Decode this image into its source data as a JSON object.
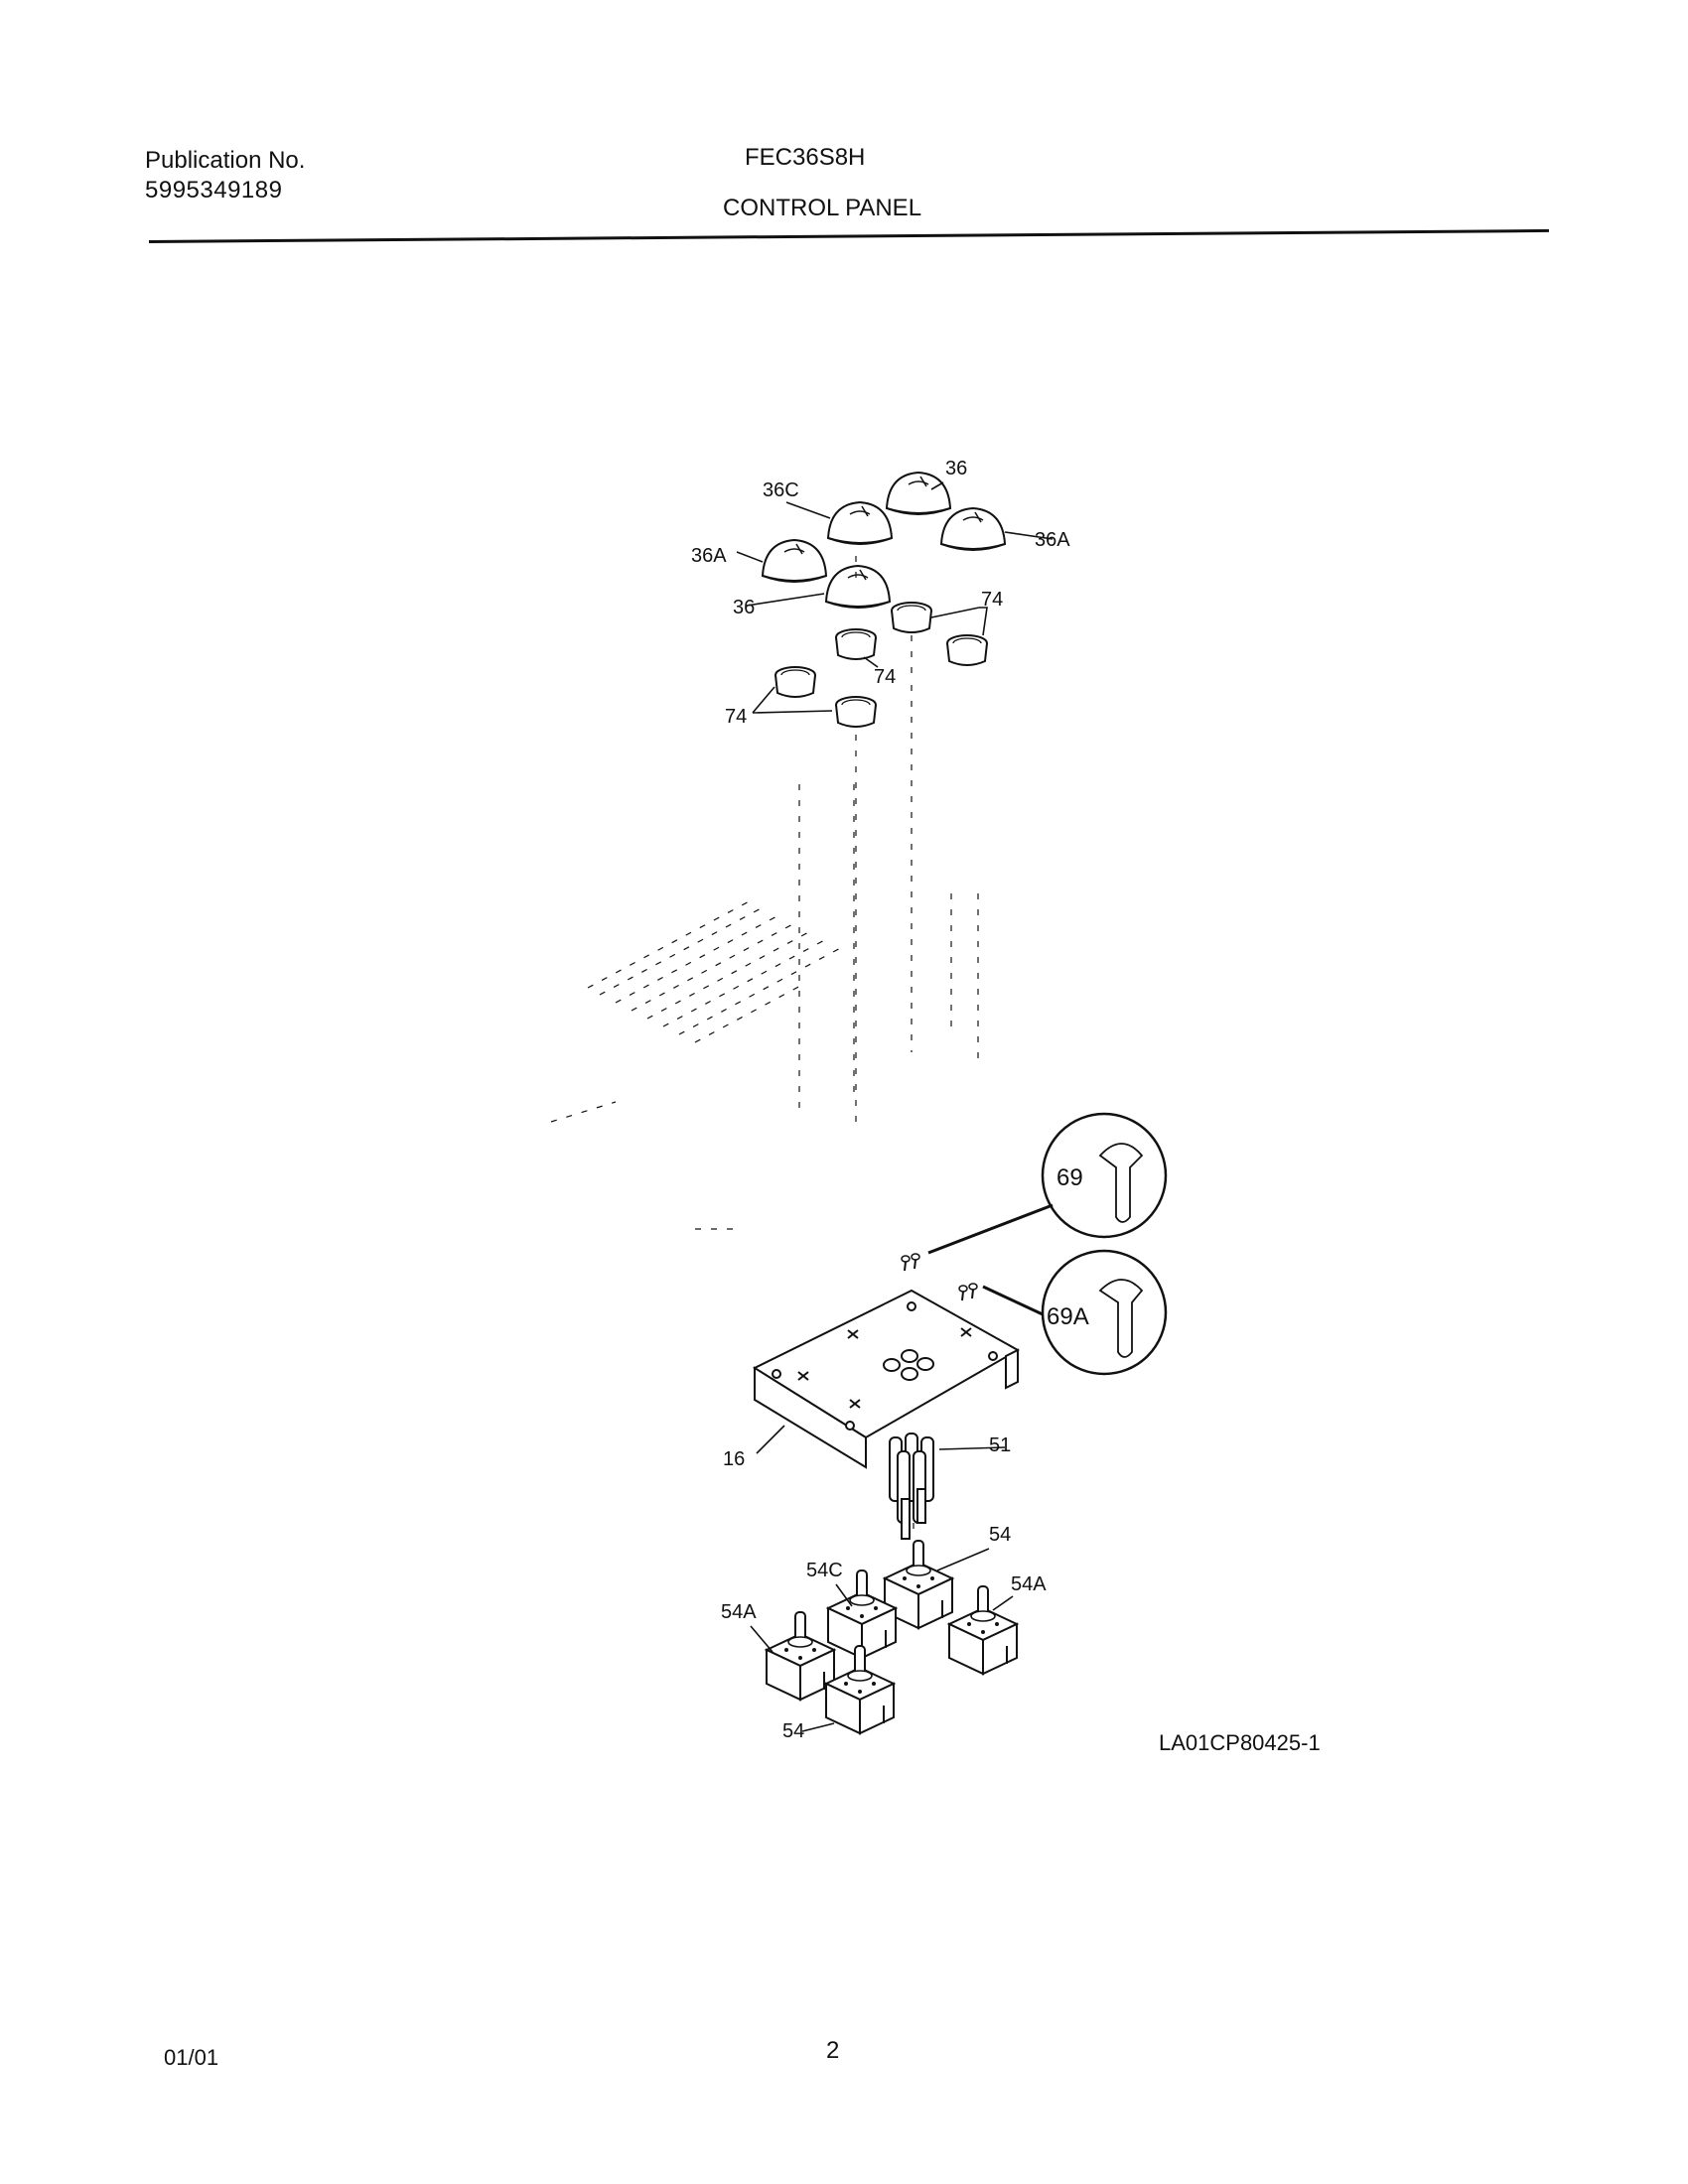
{
  "header": {
    "publication_label": "Publication No.",
    "publication_number": "5995349189",
    "model": "FEC36S8H",
    "section_title": "CONTROL PANEL"
  },
  "diagram": {
    "callouts": {
      "knob_36_top": "36",
      "knob_36c": "36C",
      "knob_36a_right": "36A",
      "knob_36a_left": "36A",
      "knob_36_front": "36",
      "bezel_74_right": "74",
      "bezel_74_center": "74",
      "bezel_74_left": "74",
      "screw_69": "69",
      "screw_69a": "69A",
      "bracket_16": "16",
      "switch_51": "51",
      "switch_54_top": "54",
      "switch_54c": "54C",
      "switch_54a_right": "54A",
      "switch_54a_left": "54A",
      "switch_54_bottom": "54"
    },
    "reference_code": "LA01CP80425-1"
  },
  "footer": {
    "date": "01/01",
    "page_number": "2"
  }
}
